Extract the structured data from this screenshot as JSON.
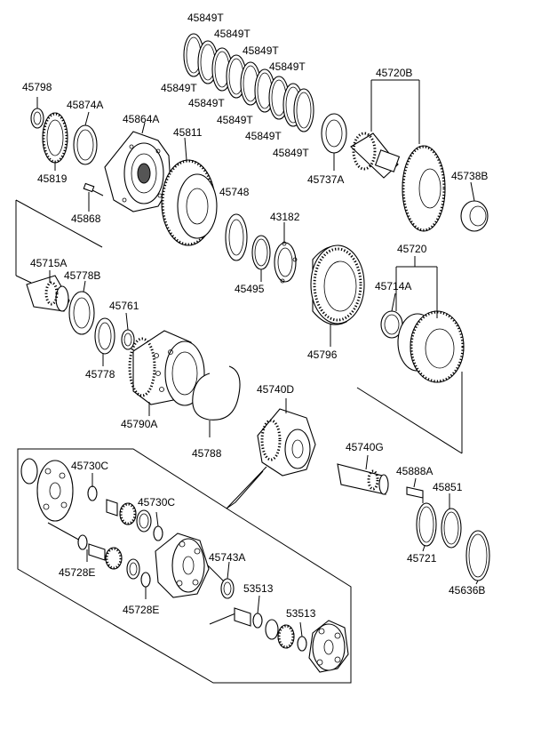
{
  "diagram": {
    "labels": {
      "l45849T_1": "45849T",
      "l45849T_2": "45849T",
      "l45849T_3": "45849T",
      "l45849T_4": "45849T",
      "l45849T_5": "45849T",
      "l45849T_6": "45849T",
      "l45849T_7": "45849T",
      "l45849T_8": "45849T",
      "l45849T_9": "45849T",
      "l45720B": "45720B",
      "l45798": "45798",
      "l45874A": "45874A",
      "l45864A": "45864A",
      "l45811": "45811",
      "l45819": "45819",
      "l45737A": "45737A",
      "l45738B": "45738B",
      "l45748": "45748",
      "l43182": "43182",
      "l45868": "45868",
      "l45720": "45720",
      "l45715A": "45715A",
      "l45778B": "45778B",
      "l45495": "45495",
      "l45714A": "45714A",
      "l45761": "45761",
      "l45778": "45778",
      "l45796": "45796",
      "l45740D": "45740D",
      "l45790A": "45790A",
      "l45788": "45788",
      "l45740G": "45740G",
      "l45730C_1": "45730C",
      "l45888A": "45888A",
      "l45730C_2": "45730C",
      "l45851": "45851",
      "l45743A": "45743A",
      "l45728E_1": "45728E",
      "l45721": "45721",
      "l45636B": "45636B",
      "l53513_1": "53513",
      "l45728E_2": "45728E",
      "l53513_2": "53513"
    }
  }
}
